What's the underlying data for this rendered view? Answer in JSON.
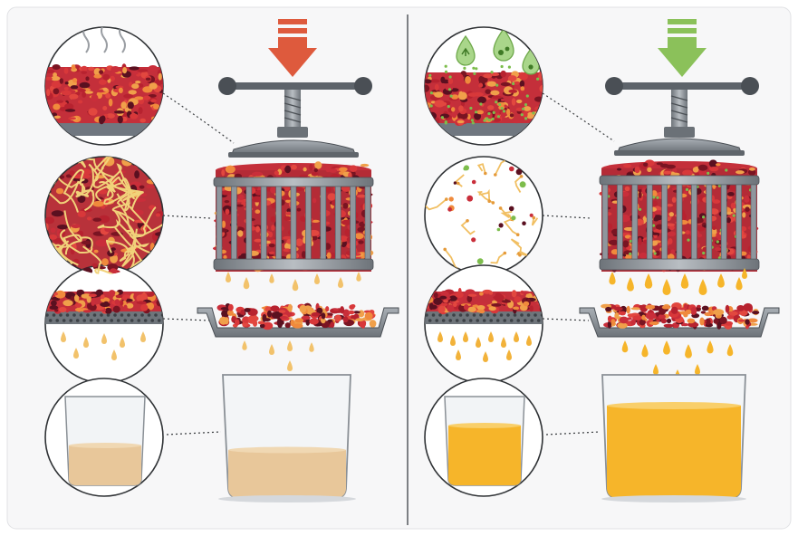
{
  "figure": {
    "panels": [
      {
        "id": "left",
        "press_arrow_color": "#de5a3d",
        "steps": [
          "hot-mash-zoom",
          "fibrous-mash-zoom",
          "filter-drip-zoom",
          "cloudy-juice-zoom"
        ],
        "juice_color": "#e8c79a",
        "juice_level": 0.38,
        "drip_count_under_basket": 7
      },
      {
        "id": "right",
        "press_arrow_color": "#8bc15a",
        "steps": [
          "enzyme-mash-zoom",
          "degraded-fiber-zoom",
          "filter-drip-zoom",
          "clear-juice-zoom"
        ],
        "juice_color": "#f6b52a",
        "juice_level": 0.72,
        "drip_count_under_basket": 9
      }
    ],
    "colors": {
      "background": "#f7f7f8",
      "mash_red": "#c9333c",
      "steel": "#8d949b",
      "steel_dark": "#5f656b",
      "enzyme_green": "#7dbd4c",
      "fiber_yellow": "#f1d27a"
    }
  }
}
